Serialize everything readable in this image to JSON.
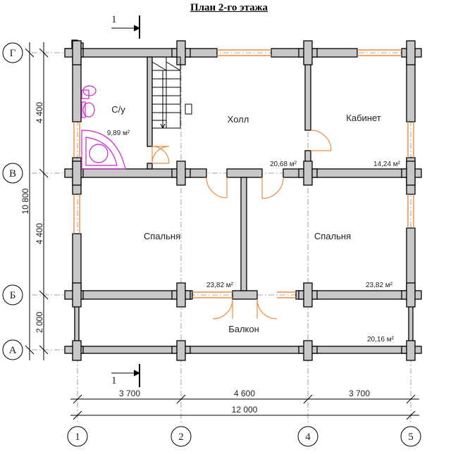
{
  "title": "План 2-го этажа",
  "section_mark": "1",
  "rooms": {
    "bathroom": {
      "name": "С/у",
      "area": "9,89 м²"
    },
    "hall": {
      "name": "Холл",
      "area": "20,68 м²"
    },
    "office": {
      "name": "Кабинет",
      "area": "14,24 м²"
    },
    "bedroom_left": {
      "name": "Спальня",
      "area": "23,82 м²"
    },
    "bedroom_right": {
      "name": "Спальня",
      "area": "23,82 м²"
    },
    "balcony": {
      "name": "Балкон",
      "area": "20,16 м²"
    }
  },
  "axes_rows": [
    "Г",
    "В",
    "Б",
    "А"
  ],
  "axes_cols": [
    "1",
    "2",
    "4",
    "5"
  ],
  "dims_vertical": {
    "total": "10 800",
    "parts": [
      "4 400",
      "4 400",
      "2 000"
    ]
  },
  "dims_horizontal": {
    "total": "12 000",
    "parts": [
      "3 700",
      "4 600",
      "3 700"
    ]
  },
  "colors": {
    "window": "#f08a3c",
    "fixtures": "#d01fd0",
    "wall_fill": "#c8c8c8"
  }
}
